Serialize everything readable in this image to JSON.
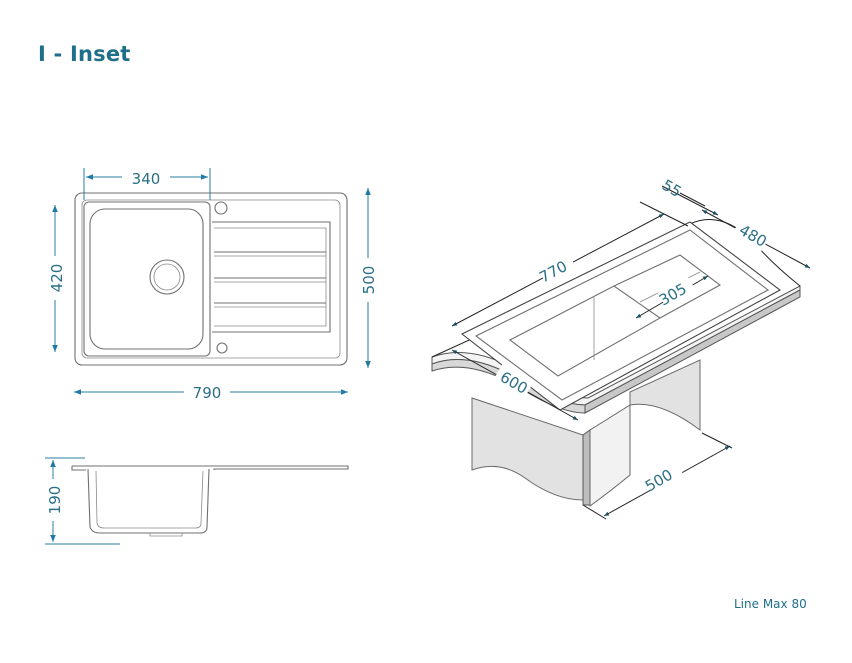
{
  "header": {
    "title": "I - Inset"
  },
  "footer": {
    "model": "Line Max 80"
  },
  "dimensions": {
    "top_view": {
      "bowl_width": "340",
      "bowl_depth": "420",
      "overall_depth": "500",
      "overall_width": "790"
    },
    "side_view": {
      "height": "190"
    },
    "iso_view": {
      "rim": "55",
      "depth": "480",
      "length": "770",
      "bowl": "305",
      "cabinet_front": "600",
      "cabinet_depth": "500"
    }
  }
}
